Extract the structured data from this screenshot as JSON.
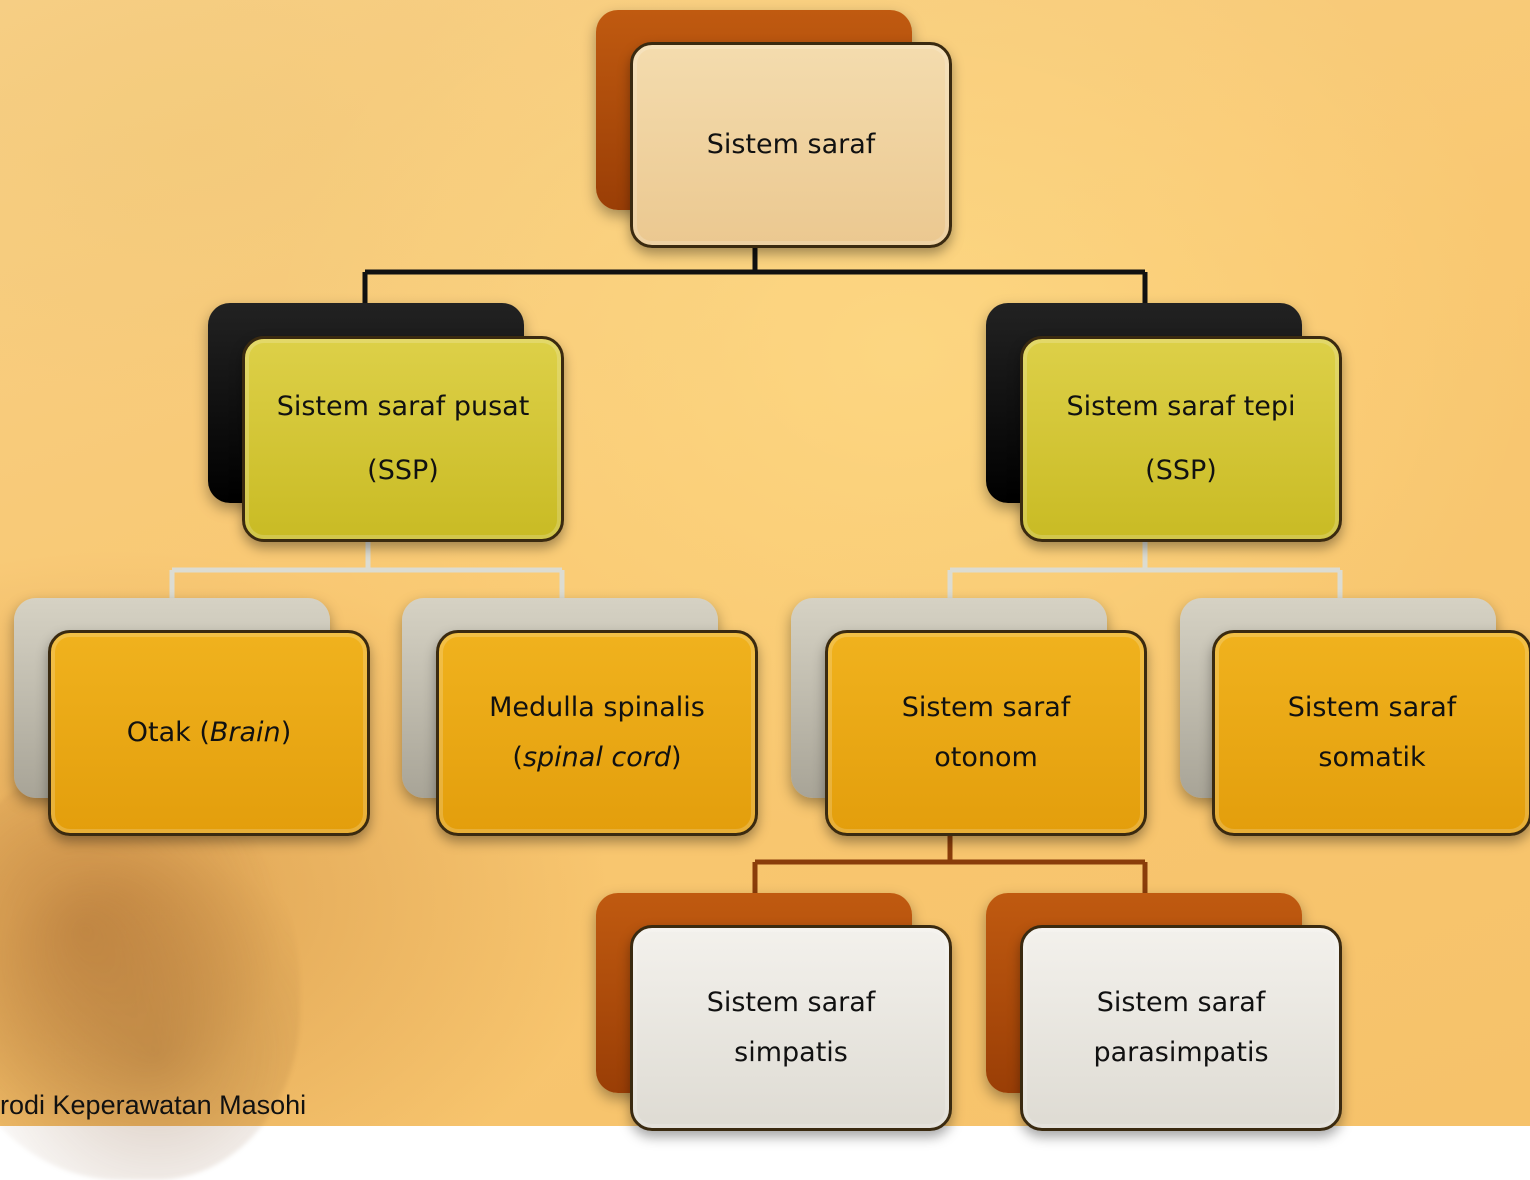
{
  "colors": {
    "background": "#f8c874",
    "top_shadow": "#b24c0a",
    "top_box": "#f1d5a3",
    "level2_shadow": "#000000",
    "level2_box": "#d8ca3e",
    "level3_shadow": "#c8c4b6",
    "level3_box": "#eba918",
    "level4_shadow": "#b24c0a",
    "level4_box": "#ebe8e1",
    "connector_dark": "#111111",
    "connector_light": "#dcdcd2",
    "connector_brown": "#8a3d0a"
  },
  "nodes": {
    "root": {
      "line1": "Sistem saraf"
    },
    "ssp_pusat": {
      "line1": "Sistem saraf pusat",
      "line2": "(SSP)"
    },
    "ssp_tepi": {
      "line1": "Sistem saraf tepi",
      "line2": "(SSP)"
    },
    "otak": {
      "text": "Otak (",
      "italic": "Brain",
      "after": ")"
    },
    "medulla": {
      "line1": "Medulla spinalis",
      "line2_open": "(",
      "line2_italic": "spinal cord",
      "line2_close": ")"
    },
    "otonom": {
      "line1": "Sistem saraf",
      "line2": "otonom"
    },
    "somatik": {
      "line1": "Sistem saraf",
      "line2": "somatik"
    },
    "simpatis": {
      "line1": "Sistem saraf",
      "line2": "simpatis"
    },
    "parasimpatis": {
      "line1": "Sistem saraf",
      "line2": "parasimpatis"
    }
  },
  "footer": {
    "text": "Prodi Keperawatan Masohi"
  }
}
